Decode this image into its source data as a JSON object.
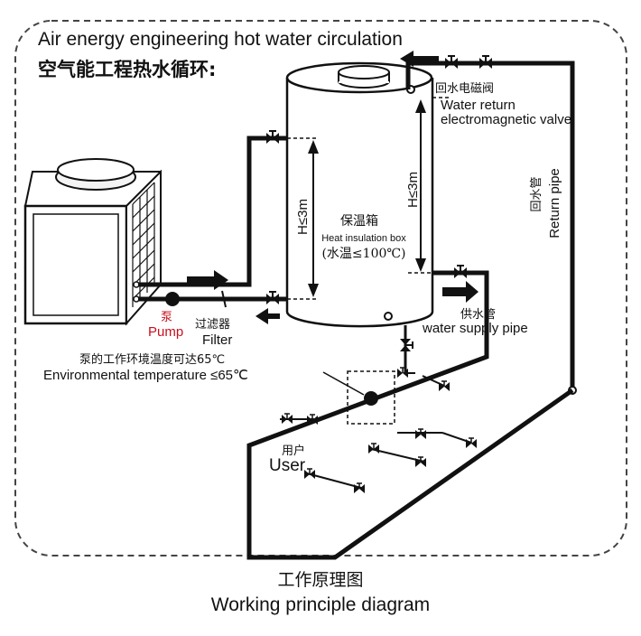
{
  "title": "Air energy engineering hot water circulation",
  "title_cn": "空气能工程热水循环:",
  "valve": {
    "cn": "回水电磁阀",
    "line1": "Water return",
    "line2": "electromagnetic valve"
  },
  "return_pipe": {
    "cn": "回水管",
    "en": "Return pipe"
  },
  "box": {
    "cn": "保温箱",
    "en": "Heat insulation box",
    "temp": "(水温≤100℃)"
  },
  "height_label": "H≤3m",
  "pump": {
    "cn": "泵",
    "en": "Pump",
    "color": "#c8101e"
  },
  "filter": {
    "cn": "过滤器",
    "en": "Filter"
  },
  "supply": {
    "cn": "供水管",
    "en": "water supply pipe"
  },
  "env": {
    "cn": "泵的工作环境温度可达65℃",
    "en": "Environmental temperature ≤65℃"
  },
  "user": {
    "cn": "用户",
    "en": "User"
  },
  "footer": {
    "cn": "工作原理图",
    "en": "Working principle diagram"
  }
}
